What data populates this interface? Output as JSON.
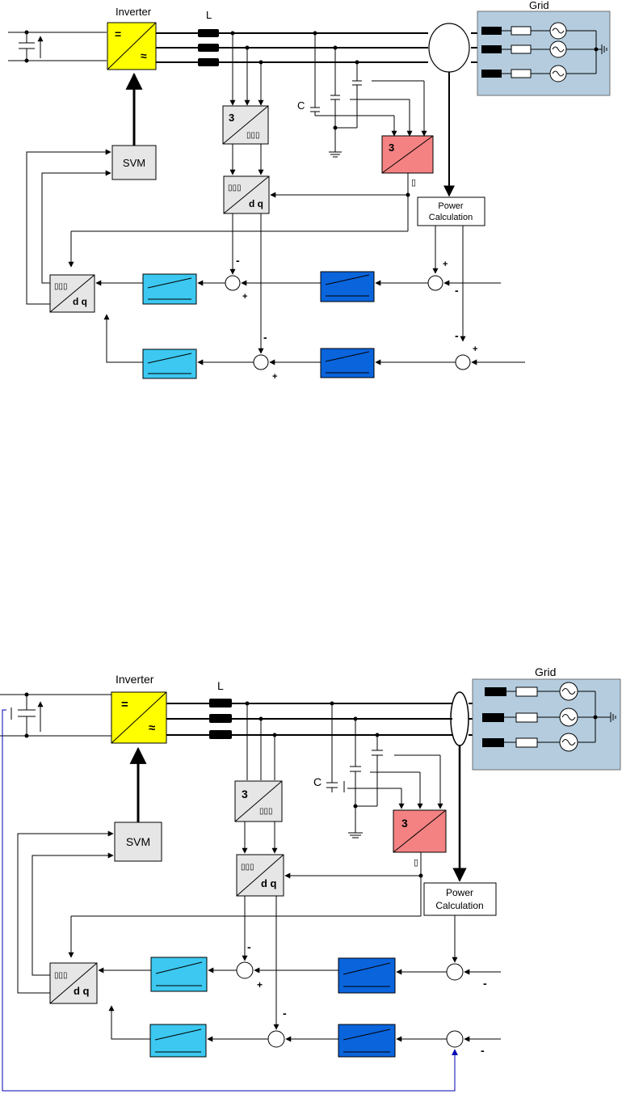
{
  "diagrams": [
    {
      "inverter_label": "Inverter",
      "inverter_symbol_dc": "=",
      "inverter_symbol_ac": "≈",
      "inductor_label": "L",
      "grid_label": "Grid",
      "capacitor_label": "C",
      "svm_label": "SVM",
      "power_calc_label": [
        "Power",
        "Calculation"
      ],
      "clarke_top": "3",
      "clarke_bottom": "▯▯▯",
      "park_top": "▯▯▯",
      "park_bottom": "d q",
      "pll_label": "3",
      "theta_label": "▯",
      "signs": {
        "sum1_top": "-",
        "sum1_bottom": "+",
        "sum2_top": "-",
        "sum2_bottom": "+",
        "sum3_top": "+",
        "sum3_bottom": "-",
        "sum4_left": "-",
        "sum4_right": "+"
      }
    },
    {
      "inverter_label": "Inverter",
      "inverter_symbol_dc": "=",
      "inverter_symbol_ac": "≈",
      "inductor_label": "L",
      "grid_label": "Grid",
      "capacitor_label": "C",
      "svm_label": "SVM",
      "power_calc_label": [
        "Power",
        "Calculation"
      ],
      "clarke_top": "3",
      "clarke_bottom": "▯▯▯",
      "park_top": "▯▯▯",
      "park_bottom": "d q",
      "pll_label": "3",
      "theta_label": "▯",
      "signs": {
        "sum1_top": "-",
        "sum1_bottom": "+",
        "sum2_top": "-",
        "sum3_bottom": "-",
        "sum4_bottom": "-"
      }
    }
  ],
  "colors": {
    "inverter": "#ffff00",
    "grid_bg": "#b4ccde",
    "pll": "#f48282",
    "inner_pi": "#3cc8f0",
    "outer_pi": "#0a64dc",
    "gray_block": "#e6e6e6",
    "feedback_line": "#0000b4"
  }
}
